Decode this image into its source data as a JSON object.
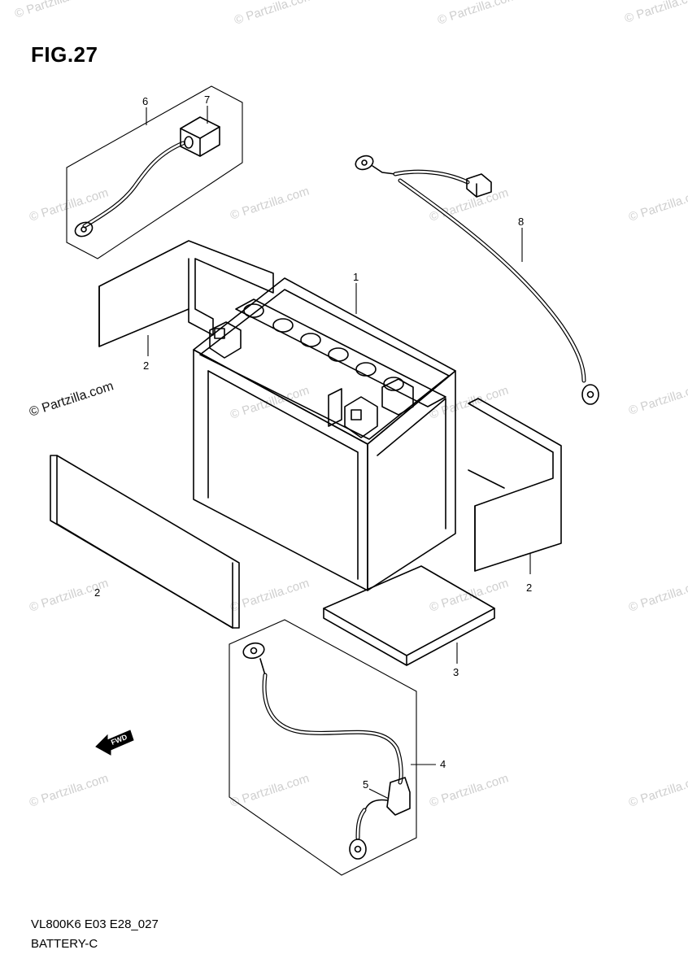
{
  "figure": {
    "title": "FIG.27",
    "drawing_code": "VL800K6 E03 E28_027",
    "drawing_name": "BATTERY-C"
  },
  "watermark": {
    "text": "© Partzilla.com",
    "dark_text": "© Partzilla.com"
  },
  "callouts": {
    "battery": "1",
    "pad_left_top": "2",
    "pad_left_bottom": "2",
    "pad_right": "2",
    "tray_pad": "3",
    "negative_lead": "4",
    "terminal_cover": "5",
    "positive_lead": "6",
    "lead_cap": "7",
    "harness_lead": "8"
  },
  "direction_arrow": {
    "label": "FWD",
    "icon": "front-direction-arrow-icon"
  }
}
